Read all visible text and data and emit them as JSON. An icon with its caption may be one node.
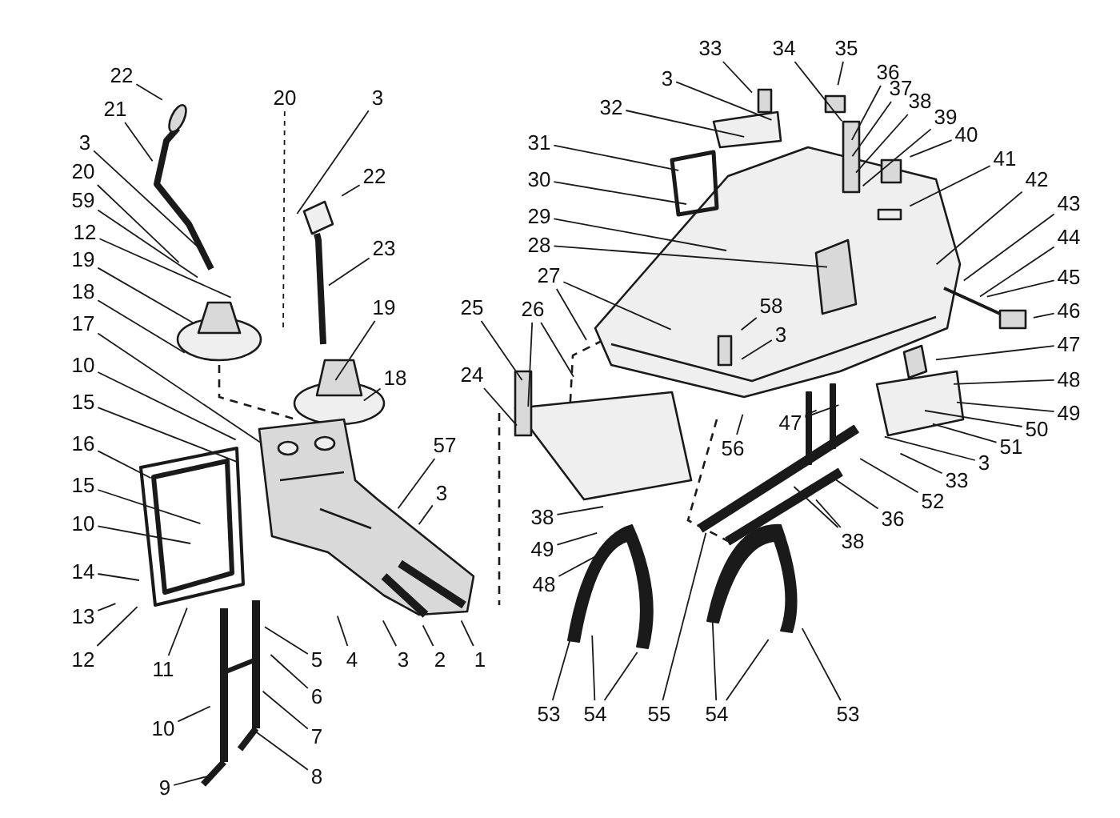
{
  "diagram": {
    "nodes": [
      {
        "text": [
          "22"
        ]
      },
      {
        "text": [
          "21"
        ]
      },
      {
        "text": [
          "3"
        ]
      },
      {
        "text": [
          "20"
        ]
      },
      {
        "text": [
          "59"
        ]
      },
      {
        "text": [
          "12"
        ]
      },
      {
        "text": [
          "19"
        ]
      },
      {
        "text": [
          "18"
        ]
      },
      {
        "text": [
          "17"
        ]
      },
      {
        "text": [
          "10"
        ]
      },
      {
        "text": [
          "15"
        ]
      },
      {
        "text": [
          "16"
        ]
      },
      {
        "text": [
          "15"
        ]
      },
      {
        "text": [
          "10"
        ]
      },
      {
        "text": [
          "14"
        ]
      },
      {
        "text": [
          "13"
        ]
      },
      {
        "text": [
          "12"
        ]
      },
      {
        "text": [
          "11"
        ]
      },
      {
        "text": [
          "10"
        ]
      },
      {
        "text": [
          "9"
        ]
      },
      {
        "text": [
          "8"
        ]
      },
      {
        "text": [
          "7"
        ]
      },
      {
        "text": [
          "6"
        ]
      },
      {
        "text": [
          "5"
        ]
      },
      {
        "text": [
          "4"
        ]
      },
      {
        "text": [
          "3"
        ]
      },
      {
        "text": [
          "2"
        ]
      },
      {
        "text": [
          "1"
        ]
      },
      {
        "text": [
          "57"
        ]
      },
      {
        "text": [
          "3"
        ]
      },
      {
        "text": [
          "20"
        ]
      },
      {
        "text": [
          "3"
        ]
      },
      {
        "text": [
          "22"
        ]
      },
      {
        "text": [
          "23"
        ]
      },
      {
        "text": [
          "19"
        ]
      },
      {
        "text": [
          "18"
        ]
      },
      {
        "text": [
          "25"
        ]
      },
      {
        "text": [
          "27"
        ]
      },
      {
        "text": [
          "26"
        ]
      },
      {
        "text": [
          "24"
        ]
      },
      {
        "text": [
          "31"
        ]
      },
      {
        "text": [
          "30"
        ]
      },
      {
        "text": [
          "29"
        ]
      },
      {
        "text": [
          "28"
        ]
      },
      {
        "text": [
          "32"
        ]
      },
      {
        "text": [
          "3"
        ]
      },
      {
        "text": [
          "33"
        ]
      },
      {
        "text": [
          "34"
        ]
      },
      {
        "text": [
          "35"
        ]
      },
      {
        "text": [
          "36"
        ]
      },
      {
        "text": [
          "37"
        ]
      },
      {
        "text": [
          "38"
        ]
      },
      {
        "text": [
          "39"
        ]
      },
      {
        "text": [
          "40"
        ]
      },
      {
        "text": [
          "41"
        ]
      },
      {
        "text": [
          "42"
        ]
      },
      {
        "text": [
          "43"
        ]
      },
      {
        "text": [
          "44"
        ]
      },
      {
        "text": [
          "45"
        ]
      },
      {
        "text": [
          "46"
        ]
      },
      {
        "text": [
          "58"
        ]
      },
      {
        "text": [
          "3"
        ]
      },
      {
        "text": [
          "47"
        ]
      },
      {
        "text": [
          "48"
        ]
      },
      {
        "text": [
          "49"
        ]
      },
      {
        "text": [
          "50"
        ]
      },
      {
        "text": [
          "51"
        ]
      },
      {
        "text": [
          "3"
        ]
      },
      {
        "text": [
          "33"
        ]
      },
      {
        "text": [
          "52"
        ]
      },
      {
        "text": [
          "36"
        ]
      },
      {
        "text": [
          "38"
        ]
      },
      {
        "text": [
          "47"
        ]
      },
      {
        "text": [
          "56"
        ]
      },
      {
        "text": [
          "38"
        ]
      },
      {
        "text": [
          "49"
        ]
      },
      {
        "text": [
          "48"
        ]
      },
      {
        "text": [
          "53"
        ]
      },
      {
        "text": [
          "54"
        ]
      },
      {
        "text": [
          "55"
        ]
      },
      {
        "text": [
          "54"
        ]
      },
      {
        "text": [
          "53"
        ]
      }
    ],
    "edges": [
      {
        "from": 0,
        "to": null,
        "arrow": "none"
      },
      {
        "from": 1,
        "to": null,
        "arrow": "none"
      },
      {
        "from": 2,
        "to": null,
        "arrow": "none"
      },
      {
        "from": 3,
        "to": null,
        "arrow": "none"
      },
      {
        "from": 4,
        "to": null,
        "arrow": "none"
      },
      {
        "from": 5,
        "to": null,
        "arrow": "none"
      },
      {
        "from": 6,
        "to": null,
        "arrow": "none"
      },
      {
        "from": 7,
        "to": null,
        "arrow": "none"
      },
      {
        "from": 8,
        "to": null,
        "arrow": "none"
      },
      {
        "from": 9,
        "to": null,
        "arrow": "none"
      },
      {
        "from": 10,
        "to": null,
        "arrow": "none"
      },
      {
        "from": 11,
        "to": null,
        "arrow": "none"
      },
      {
        "from": 12,
        "to": null,
        "arrow": "none"
      },
      {
        "from": 13,
        "to": null,
        "arrow": "none"
      },
      {
        "from": 14,
        "to": null,
        "arrow": "none"
      },
      {
        "from": 15,
        "to": null,
        "arrow": "none"
      },
      {
        "from": 16,
        "to": null,
        "arrow": "none"
      },
      {
        "from": 17,
        "to": null,
        "arrow": "none"
      },
      {
        "from": 18,
        "to": null,
        "arrow": "none"
      },
      {
        "from": 19,
        "to": null,
        "arrow": "none"
      },
      {
        "from": 20,
        "to": null,
        "arrow": "none"
      },
      {
        "from": 21,
        "to": null,
        "arrow": "none"
      },
      {
        "from": 22,
        "to": null,
        "arrow": "none"
      },
      {
        "from": 23,
        "to": null,
        "arrow": "none"
      },
      {
        "from": 24,
        "to": null,
        "arrow": "none"
      },
      {
        "from": 25,
        "to": null,
        "arrow": "none"
      },
      {
        "from": 26,
        "to": null,
        "arrow": "none"
      },
      {
        "from": 27,
        "to": null,
        "arrow": "none"
      },
      {
        "from": 28,
        "to": null,
        "arrow": "none"
      },
      {
        "from": 29,
        "to": null,
        "arrow": "none"
      },
      {
        "from": 30,
        "to": null,
        "arrow": "none",
        "style": "dashed"
      },
      {
        "from": 31,
        "to": null,
        "arrow": "none"
      },
      {
        "from": 32,
        "to": null,
        "arrow": "none"
      },
      {
        "from": 33,
        "to": null,
        "arrow": "none"
      },
      {
        "from": 34,
        "to": null,
        "arrow": "none"
      },
      {
        "from": 35,
        "to": null,
        "arrow": "none"
      },
      {
        "from": 36,
        "to": null,
        "arrow": "none"
      },
      {
        "from": 37,
        "to": null,
        "arrow": "none"
      },
      {
        "from": 37,
        "to": null,
        "arrow": "none"
      },
      {
        "from": 38,
        "to": null,
        "arrow": "none"
      },
      {
        "from": 38,
        "to": null,
        "arrow": "none"
      },
      {
        "from": 39,
        "to": null,
        "arrow": "none"
      },
      {
        "from": 40,
        "to": null,
        "arrow": "none"
      },
      {
        "from": 41,
        "to": null,
        "arrow": "none"
      },
      {
        "from": 42,
        "to": null,
        "arrow": "none"
      },
      {
        "from": 43,
        "to": null,
        "arrow": "none"
      },
      {
        "from": 44,
        "to": null,
        "arrow": "none"
      },
      {
        "from": 45,
        "to": null,
        "arrow": "none"
      },
      {
        "from": 46,
        "to": null,
        "arrow": "none"
      },
      {
        "from": 47,
        "to": null,
        "arrow": "none"
      },
      {
        "from": 48,
        "to": null,
        "arrow": "none"
      },
      {
        "from": 49,
        "to": null,
        "arrow": "none"
      },
      {
        "from": 50,
        "to": null,
        "arrow": "none"
      },
      {
        "from": 51,
        "to": null,
        "arrow": "none"
      },
      {
        "from": 52,
        "to": null,
        "arrow": "none"
      },
      {
        "from": 53,
        "to": null,
        "arrow": "none"
      },
      {
        "from": 54,
        "to": null,
        "arrow": "none"
      },
      {
        "from": 55,
        "to": null,
        "arrow": "none"
      },
      {
        "from": 56,
        "to": null,
        "arrow": "none"
      },
      {
        "from": 57,
        "to": null,
        "arrow": "none"
      },
      {
        "from": 58,
        "to": null,
        "arrow": "none"
      },
      {
        "from": 59,
        "to": null,
        "arrow": "none"
      },
      {
        "from": 60,
        "to": null,
        "arrow": "none"
      },
      {
        "from": 61,
        "to": null,
        "arrow": "none"
      },
      {
        "from": 62,
        "to": null,
        "arrow": "none"
      },
      {
        "from": 63,
        "to": null,
        "arrow": "none"
      },
      {
        "from": 64,
        "to": null,
        "arrow": "none"
      },
      {
        "from": 65,
        "to": null,
        "arrow": "none"
      },
      {
        "from": 66,
        "to": null,
        "arrow": "none"
      },
      {
        "from": 67,
        "to": null,
        "arrow": "none"
      },
      {
        "from": 68,
        "to": null,
        "arrow": "none"
      },
      {
        "from": 69,
        "to": null,
        "arrow": "none"
      },
      {
        "from": 70,
        "to": null,
        "arrow": "none"
      },
      {
        "from": 71,
        "to": null,
        "arrow": "none"
      },
      {
        "from": 71,
        "to": null,
        "arrow": "none"
      },
      {
        "from": 72,
        "to": null,
        "arrow": "none"
      },
      {
        "from": 72,
        "to": null,
        "arrow": "none"
      },
      {
        "from": 73,
        "to": null,
        "arrow": "none"
      },
      {
        "from": 74,
        "to": null,
        "arrow": "none"
      },
      {
        "from": 75,
        "to": null,
        "arrow": "none"
      },
      {
        "from": 76,
        "to": null,
        "arrow": "none"
      },
      {
        "from": 77,
        "to": null,
        "arrow": "none"
      },
      {
        "from": 78,
        "to": null,
        "arrow": "none"
      },
      {
        "from": 78,
        "to": null,
        "arrow": "none"
      },
      {
        "from": 79,
        "to": null,
        "arrow": "none"
      },
      {
        "from": 80,
        "to": null,
        "arrow": "none"
      },
      {
        "from": 80,
        "to": null,
        "arrow": "none"
      },
      {
        "from": 81,
        "to": null,
        "arrow": "none"
      }
    ]
  }
}
